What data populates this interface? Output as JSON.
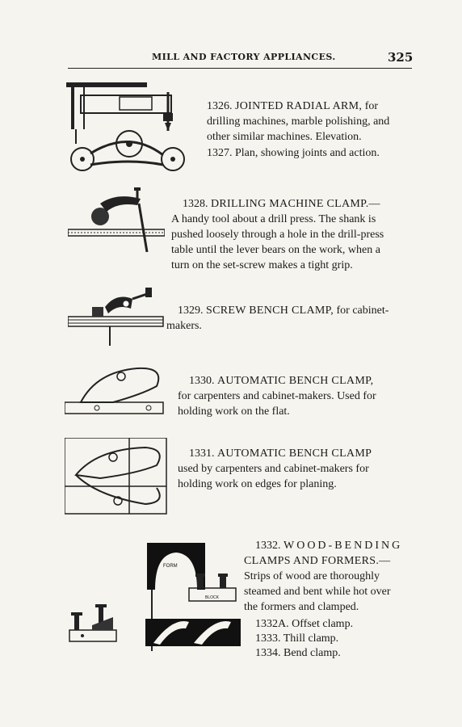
{
  "header": {
    "title": "MILL AND FACTORY APPLIANCES.",
    "page_number": "325"
  },
  "entries": {
    "e1326": {
      "number": "1326.",
      "heading": "JOINTED RADIAL ARM,",
      "rest": " for",
      "line2": "drilling machines, marble polishing, and",
      "line3": "other similar machines.  Elevation."
    },
    "e1327": {
      "number": "1327.",
      "text": " Plan, showing joints and action."
    },
    "e1328": {
      "number": "1328.",
      "heading": "DRILLING MACHINE CLAMP.—",
      "line2": "A handy tool about a drill press.  The shank is",
      "line3": "pushed loosely through a hole in the drill-press",
      "line4": "table until the lever bears on the work, when a",
      "line5": "turn on the set-screw makes a tight grip."
    },
    "e1329": {
      "number": "1329.",
      "heading": "SCREW BENCH CLAMP,",
      "rest": " for cabinet-",
      "line2": "makers."
    },
    "e1330": {
      "number": "1330.",
      "heading": "AUTOMATIC BENCH CLAMP,",
      "line2": "for carpenters and cabinet-makers.  Used for",
      "line3": "holding work on the flat."
    },
    "e1331": {
      "number": "1331.",
      "heading": "AUTOMATIC BENCH CLAMP",
      "line2": "used by carpenters and cabinet-makers for",
      "line3": "holding work on edges for planing."
    },
    "e1332": {
      "number": "1332.",
      "heading": "WOOD-BENDING",
      "line2": "CLAMPS AND FORMERS.—",
      "line3": "Strips of wood are thoroughly",
      "line4": "steamed and bent while hot over",
      "line5": "the formers and clamped."
    },
    "e1332a": {
      "number": "1332A.",
      "text": " Offset clamp."
    },
    "e1333": {
      "number": "1333.",
      "text": " Thill clamp."
    },
    "e1334": {
      "number": "1334.",
      "text": " Bend clamp."
    }
  },
  "figures": {
    "form_label": "FORM",
    "block_label": "BLOCK"
  }
}
